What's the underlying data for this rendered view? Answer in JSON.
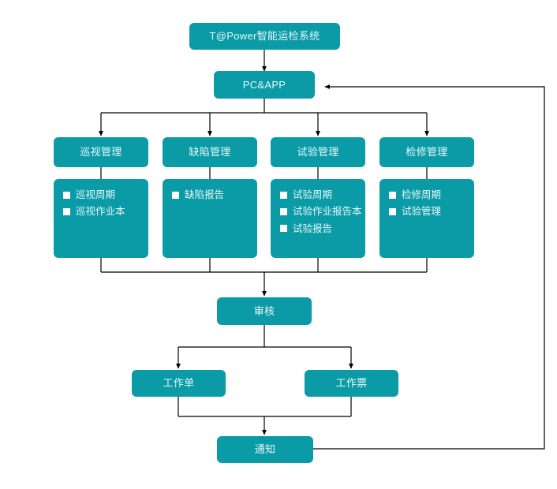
{
  "diagram": {
    "title_node": {
      "label": "T@Power智能运检系统"
    },
    "platform_node": {
      "label": "PC&APP"
    },
    "modules": [
      {
        "label": "巡视管理"
      },
      {
        "label": "缺陷管理"
      },
      {
        "label": "试验管理"
      },
      {
        "label": "检修管理"
      }
    ],
    "panels": [
      {
        "items": [
          {
            "label": "巡视周期"
          },
          {
            "label": "巡视作业本"
          }
        ]
      },
      {
        "items": [
          {
            "label": "缺陷报告"
          }
        ]
      },
      {
        "items": [
          {
            "label": "试验周期"
          },
          {
            "label": "试验作业报告本"
          },
          {
            "label": "试验报告"
          }
        ]
      },
      {
        "items": [
          {
            "label": "检修周期"
          },
          {
            "label": "试验管理"
          }
        ]
      }
    ],
    "review_node": {
      "label": "审核"
    },
    "work_order_node": {
      "label": "工作单"
    },
    "work_ticket_node": {
      "label": "工作票"
    },
    "notify_node": {
      "label": "通知"
    },
    "colors": {
      "node_fill": "#0a9ba7",
      "node_text": "#eaf7f8",
      "bullet": "#ffffff",
      "connector": "#000000",
      "background": "#ffffff"
    }
  }
}
